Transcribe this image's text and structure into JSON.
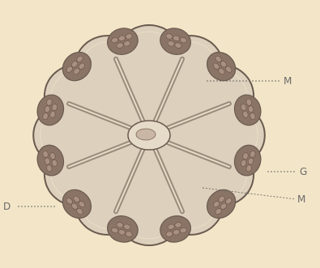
{
  "figure": {
    "labels": {
      "top_right": "M",
      "mid_right": "G",
      "low_right": "M",
      "left": "D"
    },
    "colors": {
      "background": "#f3e6c8",
      "tissue": "#ddd0bc",
      "outline": "#6a5a4f",
      "lobe": "#8a7466",
      "label": "#6b6a6a"
    },
    "lobe_count": 12,
    "arm_count": 8
  }
}
